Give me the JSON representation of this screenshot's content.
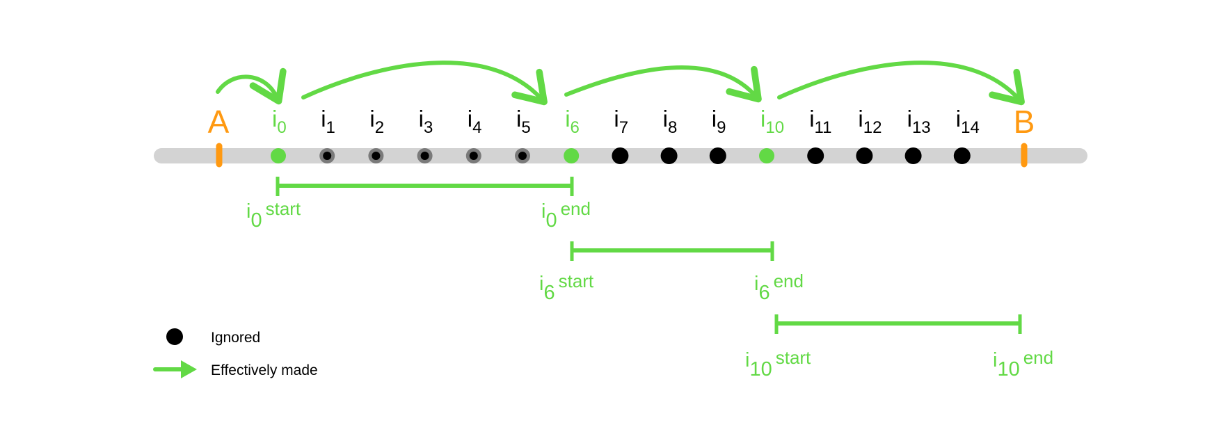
{
  "colors": {
    "track": "#d3d3d3",
    "accent": "#62d945",
    "endpoint": "#ff9911",
    "ignored": "#000000",
    "ignored_ring": "#7a7a7a",
    "label": "#000000"
  },
  "endpoints": {
    "start_label": "A",
    "end_label": "B"
  },
  "points": [
    {
      "base": "i",
      "sub": "0",
      "state": "made"
    },
    {
      "base": "i",
      "sub": "1",
      "state": "skipped"
    },
    {
      "base": "i",
      "sub": "2",
      "state": "skipped"
    },
    {
      "base": "i",
      "sub": "3",
      "state": "skipped"
    },
    {
      "base": "i",
      "sub": "4",
      "state": "skipped"
    },
    {
      "base": "i",
      "sub": "5",
      "state": "skipped"
    },
    {
      "base": "i",
      "sub": "6",
      "state": "made"
    },
    {
      "base": "i",
      "sub": "7",
      "state": "ignored"
    },
    {
      "base": "i",
      "sub": "8",
      "state": "ignored"
    },
    {
      "base": "i",
      "sub": "9",
      "state": "ignored"
    },
    {
      "base": "i",
      "sub": "10",
      "state": "made"
    },
    {
      "base": "i",
      "sub": "11",
      "state": "ignored"
    },
    {
      "base": "i",
      "sub": "12",
      "state": "ignored"
    },
    {
      "base": "i",
      "sub": "13",
      "state": "ignored"
    },
    {
      "base": "i",
      "sub": "14",
      "state": "ignored"
    }
  ],
  "ranges": [
    {
      "start": {
        "base": "i",
        "sub": "0",
        "word": "start"
      },
      "end": {
        "base": "i",
        "sub": "0",
        "word": "end"
      }
    },
    {
      "start": {
        "base": "i",
        "sub": "6",
        "word": "start"
      },
      "end": {
        "base": "i",
        "sub": "6",
        "word": "end"
      }
    },
    {
      "start": {
        "base": "i",
        "sub": "10",
        "word": "start"
      },
      "end": {
        "base": "i",
        "sub": "10",
        "word": "end"
      }
    }
  ],
  "legend": {
    "ignored": "Ignored",
    "made": "Effectively made"
  }
}
